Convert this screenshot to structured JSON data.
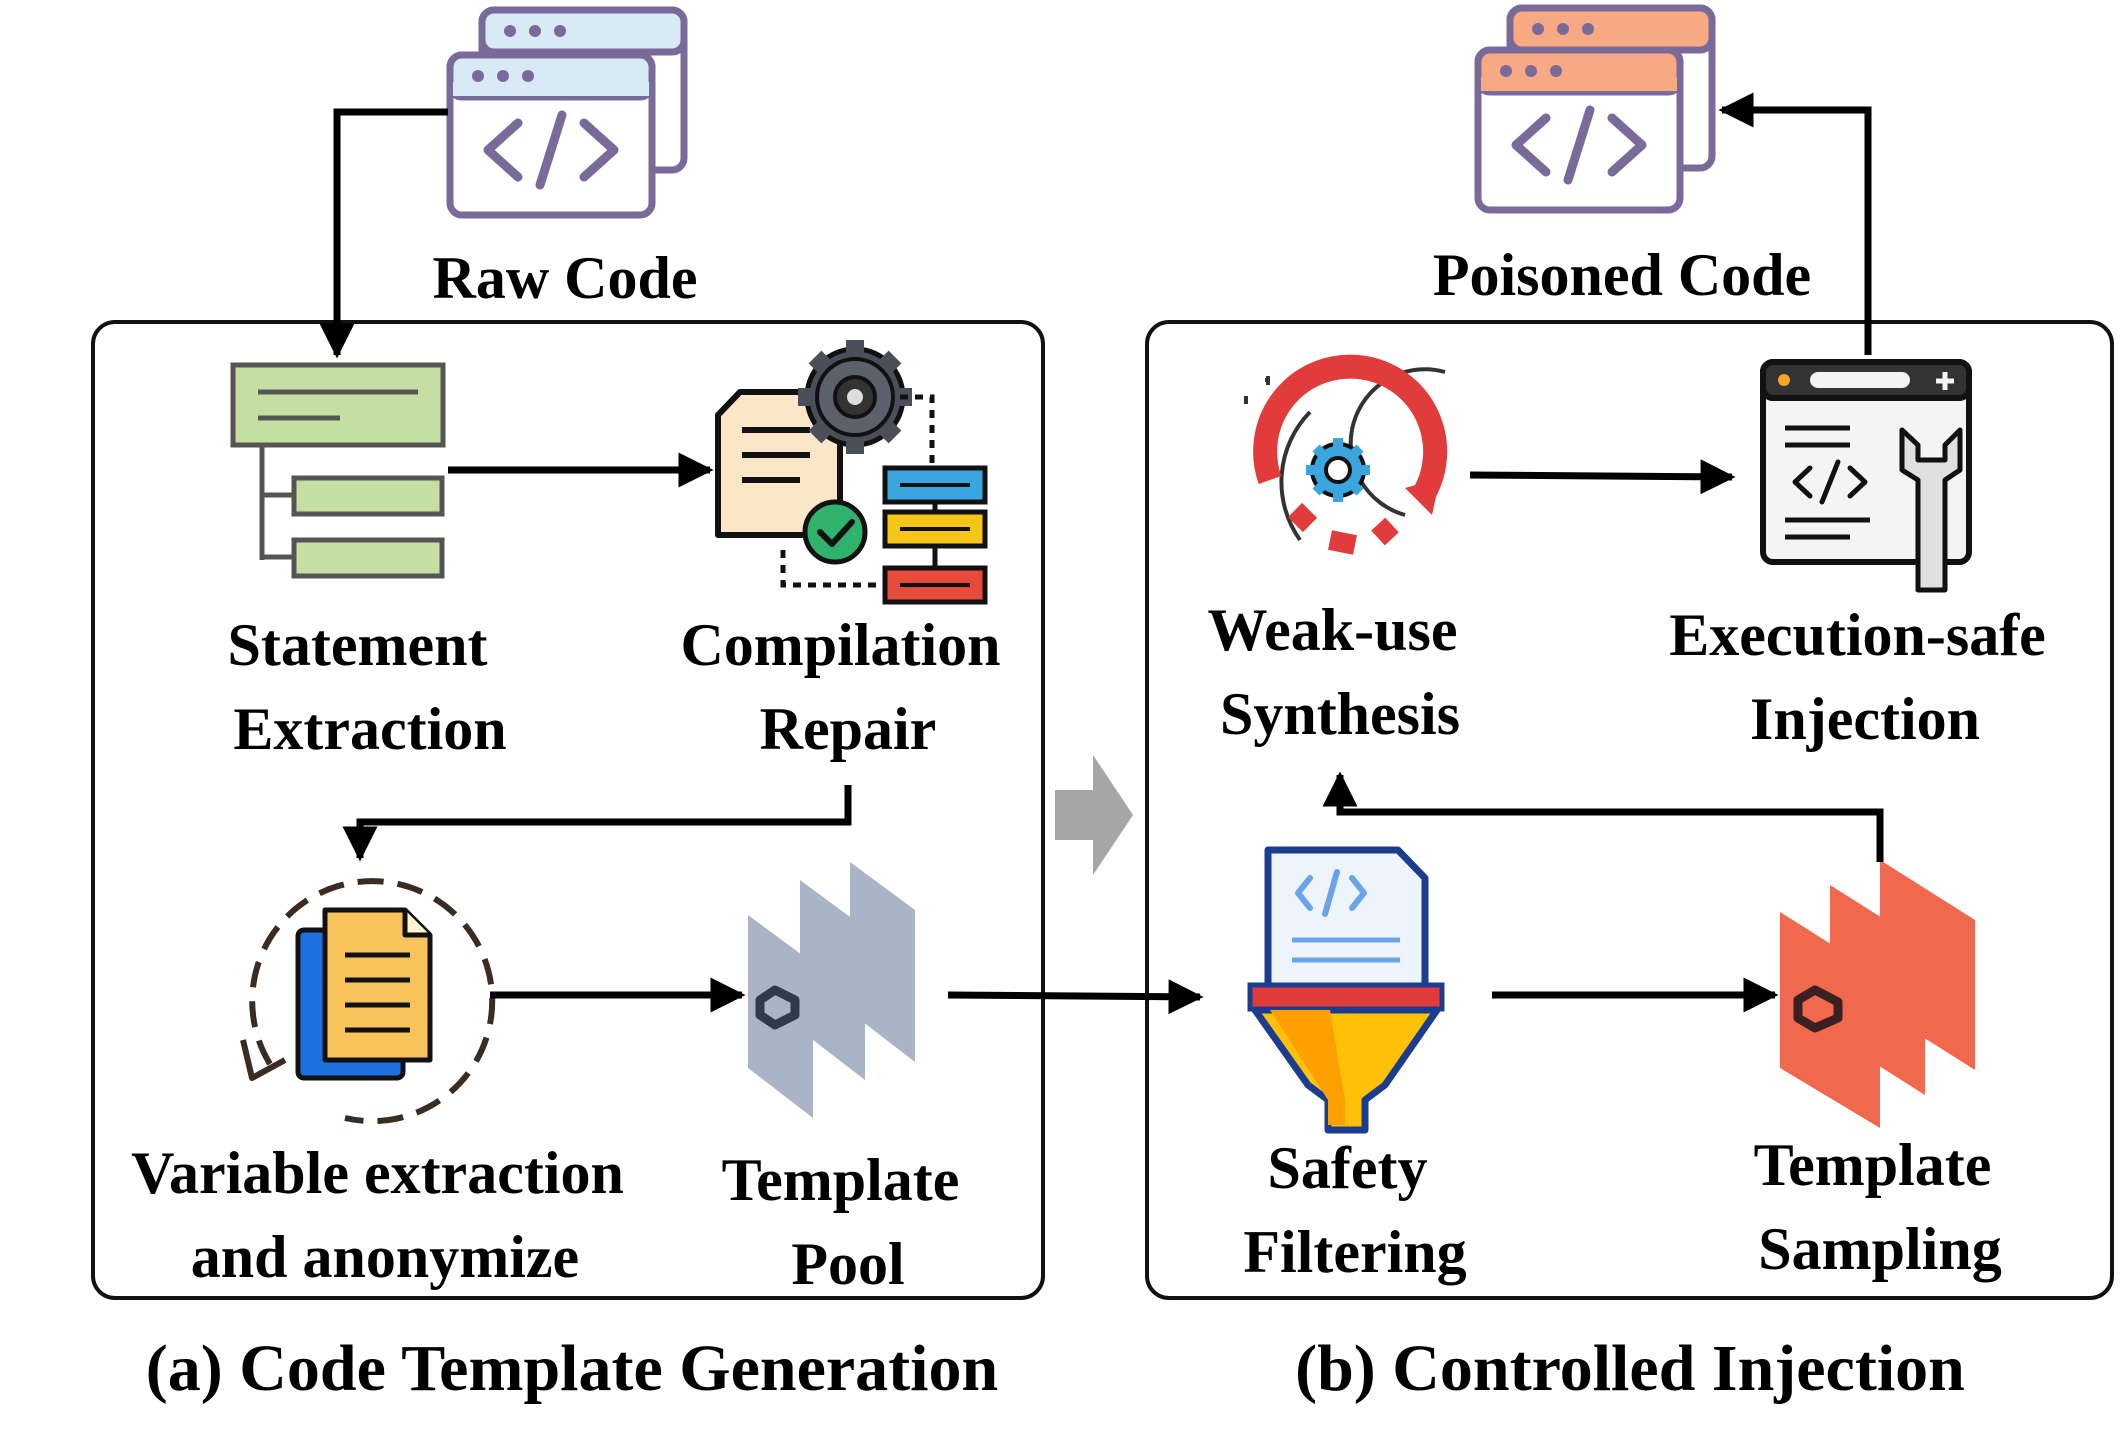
{
  "inputs": {
    "raw_code": "Raw Code",
    "poisoned_code": "Poisoned Code"
  },
  "panel_a": {
    "caption": "(a) Code Template Generation",
    "steps": {
      "statement_extraction": [
        "Statement",
        "Extraction"
      ],
      "compilation_repair": [
        "Compilation",
        "Repair"
      ],
      "variable_extraction": [
        "Variable extraction",
        "and anonymize"
      ],
      "template_pool": [
        "Template",
        "Pool"
      ]
    }
  },
  "panel_b": {
    "caption": "(b) Controlled Injection",
    "steps": {
      "weak_use_synthesis": [
        "Weak-use",
        "Synthesis"
      ],
      "execution_safe_injection": [
        "Execution-safe",
        "Injection"
      ],
      "safety_filtering": [
        "Safety",
        "Filtering"
      ],
      "template_sampling": [
        "Template",
        "Sampling"
      ]
    }
  },
  "colors": {
    "raw_code_window": "#d9eaf7",
    "poisoned_code_window": "#f6a982",
    "icon_outline": "#7a6a9a",
    "template_pool": "#a9b4c6",
    "template_sampling": "#f0694f",
    "statement_box": "#c5dfa3",
    "arrow": "#000000",
    "transition_arrow": "#a6a6a6"
  },
  "icons": [
    "code-window-icon",
    "tree-structure-icon",
    "gear-document-icon",
    "flowchart-icon",
    "copy-document-icon",
    "template-stack-icon",
    "refresh-gear-icon",
    "code-repair-icon",
    "funnel-filter-icon"
  ]
}
